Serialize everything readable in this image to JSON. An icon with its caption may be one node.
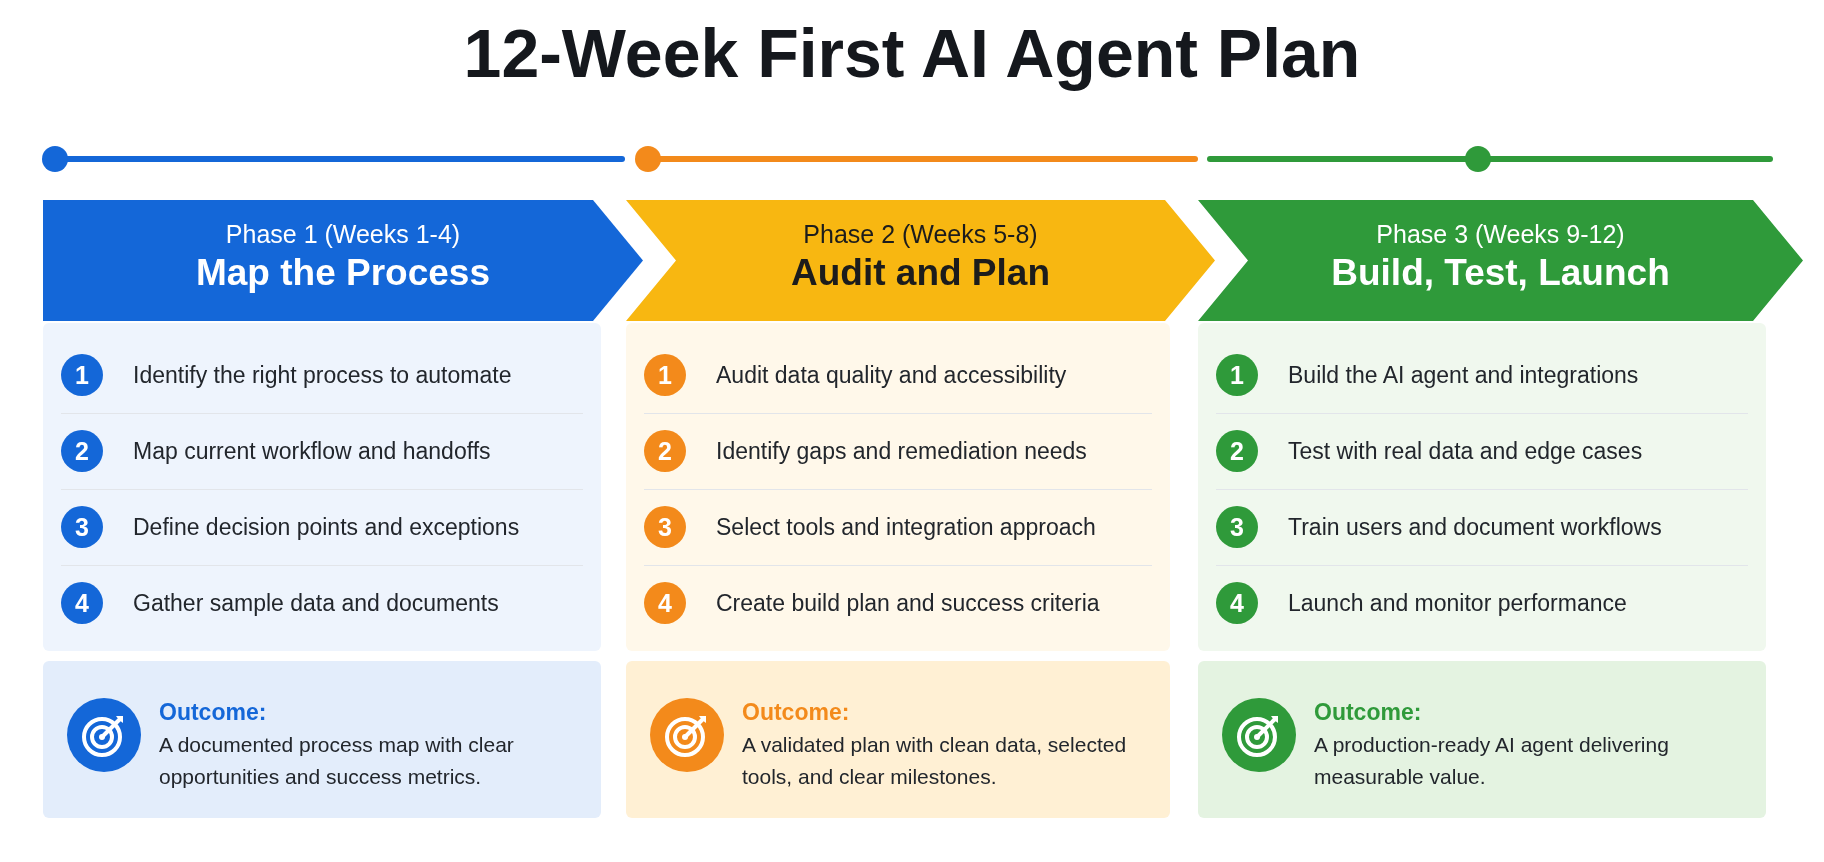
{
  "diagram": {
    "title": "12-Week First AI Agent Plan",
    "nodes": [
      {
        "text": [
          "Phase 1 (Weeks 1-4)",
          "Map the Process"
        ]
      },
      {
        "text": [],
        "shape": "box"
      },
      {
        "text": [
          "1",
          "Identify the right process to automate"
        ],
        "in": 1
      },
      {
        "text": [
          "2",
          "Map current workflow and handoffs"
        ],
        "in": 1
      },
      {
        "text": [
          "3",
          "Define decision points and exceptions"
        ],
        "in": 1
      },
      {
        "text": [
          "4",
          "Gather sample data and documents"
        ],
        "in": 1
      },
      {
        "text": [
          "Outcome:",
          "A documented process map with clear opportunities and success metrics."
        ]
      },
      {
        "text": [
          "Phase 2 (Weeks 5-8)",
          "Audit and Plan"
        ]
      },
      {
        "text": [],
        "shape": "box"
      },
      {
        "text": [
          "1",
          "Audit data quality and accessibility"
        ],
        "in": 8
      },
      {
        "text": [
          "2",
          "Identify gaps and remediation needs"
        ],
        "in": 8
      },
      {
        "text": [
          "3",
          "Select tools and integration approach"
        ],
        "in": 8
      },
      {
        "text": [
          "4",
          "Create build plan and success criteria"
        ],
        "in": 8
      },
      {
        "text": [
          "Outcome:",
          "A validated plan with clean data, selected tools, and clear milestones."
        ]
      },
      {
        "text": [
          "Phase 3 (Weeks 9-12)",
          "Build, Test, Launch"
        ]
      },
      {
        "text": [],
        "shape": "box"
      },
      {
        "text": [
          "1",
          "Build the AI agent and integrations"
        ],
        "in": 15
      },
      {
        "text": [
          "2",
          "Test with real data and edge cases"
        ],
        "in": 15
      },
      {
        "text": [
          "3",
          "Train users and document workflows"
        ],
        "in": 15
      },
      {
        "text": [
          "4",
          "Launch and monitor performance"
        ],
        "in": 15
      },
      {
        "text": [
          "Outcome:",
          "A production-ready AI agent delivering measurable value."
        ]
      }
    ]
  }
}
